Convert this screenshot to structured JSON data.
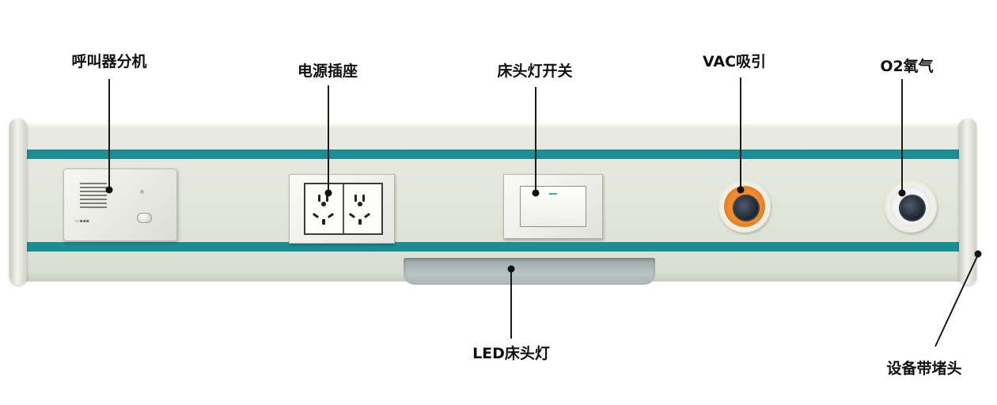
{
  "labels": {
    "call_unit": "呼叫器分机",
    "power_socket": "电源插座",
    "light_switch": "床头灯开关",
    "vacuum": "VAC吸引",
    "oxygen": "O2氧气",
    "led_light": "LED床头灯",
    "end_cap": "设备带堵头"
  },
  "colors": {
    "stripe": "#1b8d95",
    "panel": "#e4e6dc",
    "vac_ring": "#e07a1f",
    "o2_ring": "#eef0f2"
  }
}
